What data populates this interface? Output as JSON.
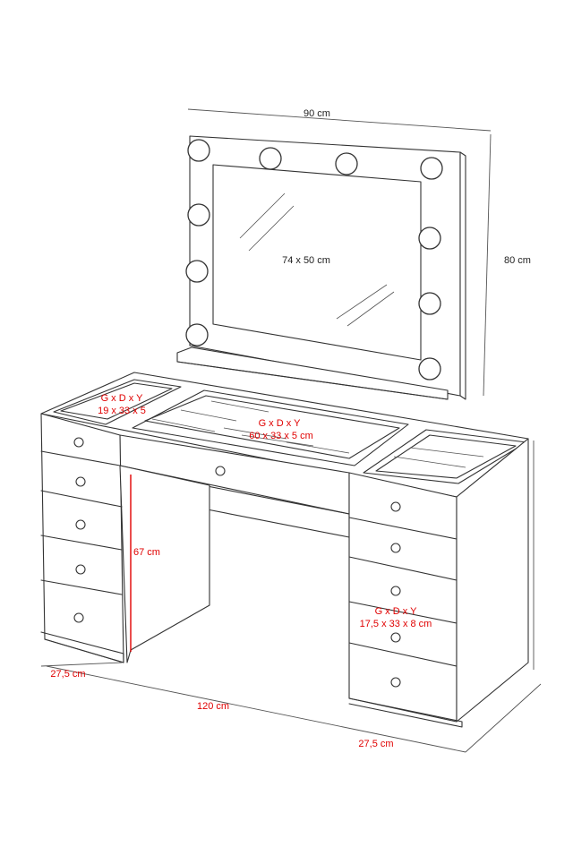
{
  "dimensions": {
    "mirror_width": "90 cm",
    "mirror_height": "80 cm",
    "mirror_glass": "74 x 50 cm",
    "table_height": "67 cm",
    "table_length": "120 cm",
    "left_depth": "27,5 cm",
    "right_depth": "27,5 cm"
  },
  "compartments": {
    "left": {
      "header": "G x D x Y",
      "size": "19 x 33 x 5"
    },
    "center": {
      "header": "G x D x Y",
      "size": "60 x 33 x 5 cm"
    },
    "drawer": {
      "header": "G x D x Y",
      "size": "17,5 x 33 x 8 cm"
    }
  },
  "colors": {
    "line": "#333333",
    "dimension_red": "#e00000",
    "text": "#222222"
  }
}
